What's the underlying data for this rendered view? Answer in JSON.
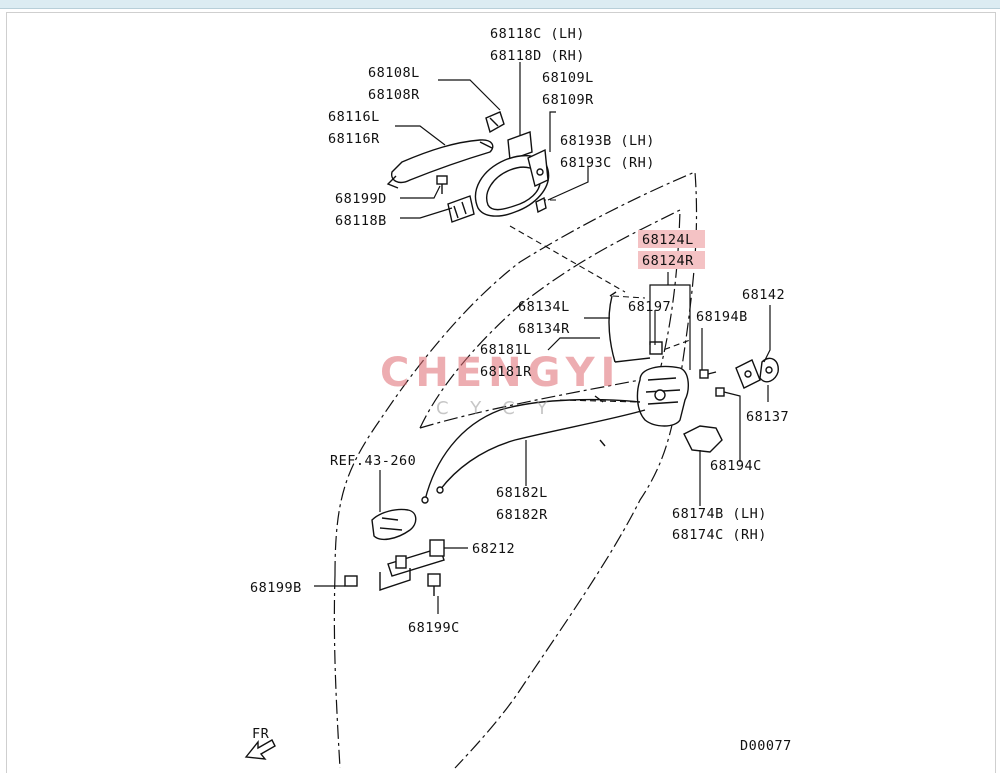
{
  "watermark": {
    "brand": "CHENGYI",
    "sub": "CYCY",
    "color": "#e06b72"
  },
  "highlight_color": "#f4c2c4",
  "labels": {
    "l68118c": "68118C (LH)",
    "l68118d": "68118D (RH)",
    "l68108l": "68108L",
    "l68108r": "68108R",
    "l68109l": "68109L",
    "l68109r": "68109R",
    "l68116l": "68116L",
    "l68116r": "68116R",
    "l68193b": "68193B (LH)",
    "l68193c": "68193C (RH)",
    "l68199d": "68199D",
    "l68118b": "68118B",
    "l68124l": "68124L",
    "l68124r": "68124R",
    "l68142": "68142",
    "l68134l": "68134L",
    "l68134r": "68134R",
    "l68197": "68197",
    "l68194b": "68194B",
    "l68181l": "68181L",
    "l68181r": "68181R",
    "l68137": "68137",
    "lref": "REF.43-260",
    "l68194c": "68194C",
    "l68182l": "68182L",
    "l68182r": "68182R",
    "l68174b": "68174B (LH)",
    "l68174c": "68174C (RH)",
    "l68212": "68212",
    "l68199b": "68199B",
    "l68199c": "68199C",
    "fr": "FR",
    "code": "D00077"
  }
}
